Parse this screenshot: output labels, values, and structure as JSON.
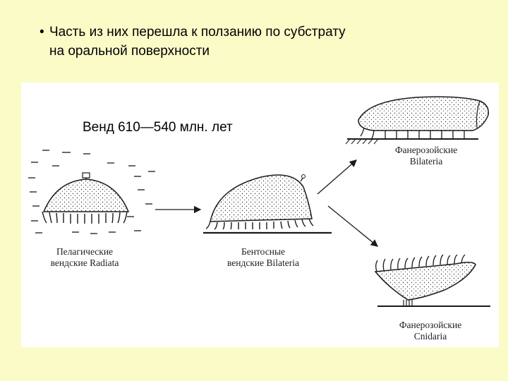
{
  "slide": {
    "bullet": "•",
    "line1": "Часть из них перешла к ползанию по субстрату",
    "line2": "на оральной поверхности"
  },
  "figure": {
    "era_label": "Венд 610—540 млн. лет",
    "captions": {
      "pelagic_line1": "Пелагические",
      "pelagic_line2": "вендские Radiata",
      "benthic_line1": "Бентосные",
      "benthic_line2": "вендские Bilateria",
      "phan_bilateria_line1": "Фанерозойские",
      "phan_bilateria_line2": "Bilateria",
      "phan_cnidaria_line1": "Фанерозойские",
      "phan_cnidaria_line2": "Cnidaria"
    }
  },
  "colors": {
    "background": "#fbfbc8",
    "panel": "#ffffff",
    "ink": "#1a1a1a"
  }
}
